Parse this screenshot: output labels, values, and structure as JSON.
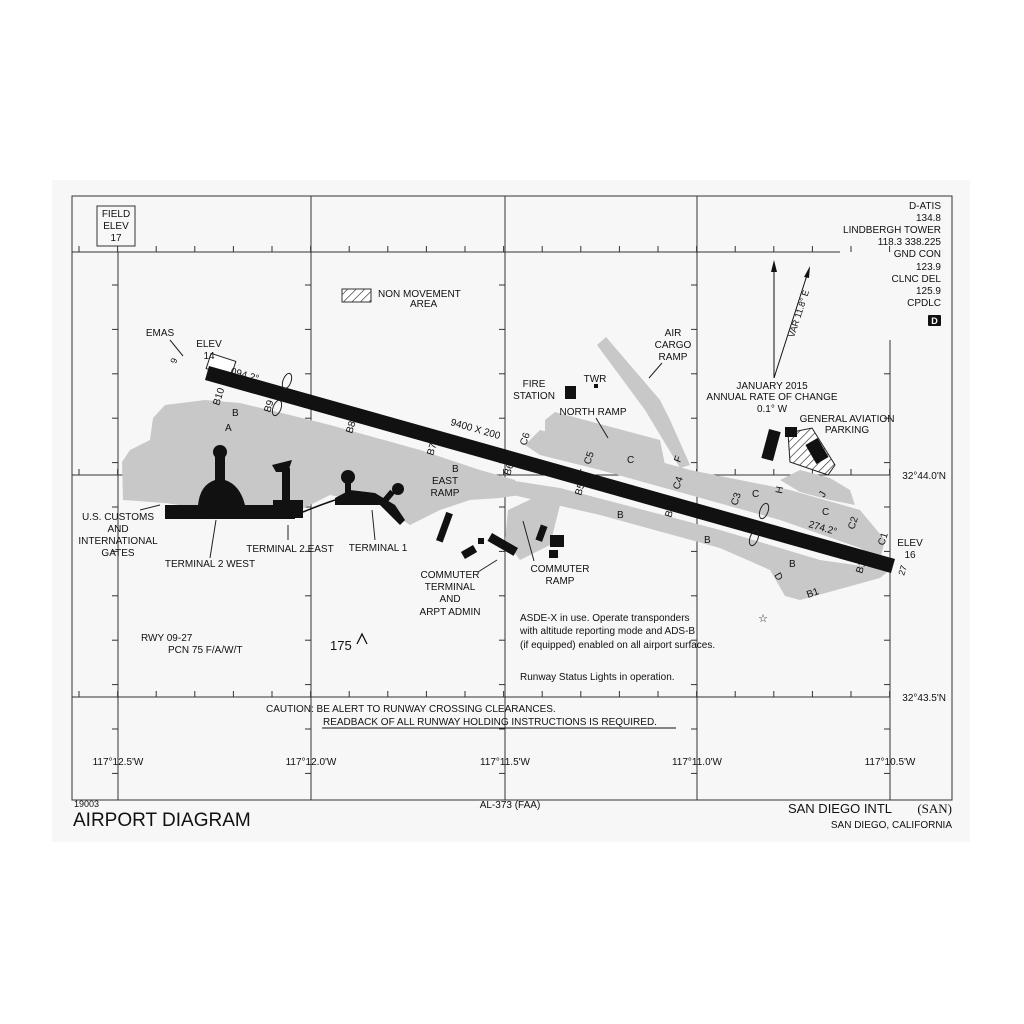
{
  "field_elev": {
    "line1": "FIELD",
    "line2": "ELEV",
    "value": "17"
  },
  "legend": {
    "line1": "NON MOVEMENT",
    "line2": "AREA"
  },
  "frequencies": [
    "D-ATIS",
    "134.8",
    "LINDBERGH TOWER",
    "118.3 338.225",
    "GND CON",
    "123.9",
    "CLNC DEL",
    "125.9",
    "CPDLC"
  ],
  "d_badge": "D",
  "magnetic": {
    "var": "VAR 11.8° E",
    "line1": "JANUARY 2015",
    "line2": "ANNUAL RATE OF CHANGE",
    "line3": "0.1°  W"
  },
  "runway": {
    "dimensions": "9400 X 200",
    "west_heading": "094.2°",
    "east_heading": "274.2°",
    "west_number": "9",
    "east_number": "27",
    "west_elev_label": "ELEV",
    "west_elev": "14",
    "east_elev_label": "ELEV",
    "east_elev": "16",
    "emas": "EMAS"
  },
  "taxiways": [
    "B10",
    "B9",
    "B8",
    "B7",
    "B6",
    "B5",
    "B4",
    "C6",
    "C5",
    "C4",
    "C3",
    "C2",
    "C1",
    "B1",
    "B1",
    "B",
    "A",
    "B",
    "B",
    "B",
    "B",
    "C",
    "C",
    "C",
    "D",
    "F",
    "H",
    "J"
  ],
  "labels": {
    "air_cargo": [
      "AIR",
      "CARGO",
      "RAMP"
    ],
    "fire_station": [
      "FIRE",
      "STATION"
    ],
    "twr": "TWR",
    "north_ramp": "NORTH RAMP",
    "ga_parking": [
      "GENERAL AVIATION",
      "PARKING"
    ],
    "east_ramp": [
      "EAST",
      "RAMP"
    ],
    "customs": [
      "U.S. CUSTOMS",
      "AND",
      "INTERNATIONAL",
      "GATES"
    ],
    "terminal_2_west": "TERMINAL 2 WEST",
    "terminal_2_east": "TERMINAL 2 EAST",
    "terminal_1": "TERMINAL 1",
    "commuter_terminal": [
      "COMMUTER",
      "TERMINAL",
      "AND",
      "ARPT ADMIN"
    ],
    "commuter_ramp": [
      "COMMUTER",
      "RAMP"
    ]
  },
  "rwy_info": {
    "line1": "RWY 09-27",
    "line2": "PCN 75 F/A/W/T"
  },
  "obstacle": "175",
  "notes": {
    "asde1": "ASDE-X in use. Operate transponders",
    "asde2": "with altitude reporting mode and ADS-B",
    "asde3": "(if equipped) enabled on all airport surfaces.",
    "rwsl": "Runway Status Lights in operation."
  },
  "caution": {
    "line1": "CAUTION: BE ALERT TO RUNWAY CROSSING CLEARANCES.",
    "line2": "READBACK OF ALL RUNWAY HOLDING INSTRUCTIONS IS REQUIRED."
  },
  "lat": [
    "32°44.0'N",
    "32°43.5'N"
  ],
  "lon": [
    "117°12.5'W",
    "117°12.0'W",
    "117°11.5'W",
    "117°11.0'W",
    "117°10.5'W"
  ],
  "footer": {
    "number": "19003",
    "title": "AIRPORT DIAGRAM",
    "chart_id": "AL-373 (FAA)",
    "airport": "SAN DIEGO INTL",
    "ident": "(SAN)",
    "city": "SAN DIEGO, CALIFORNIA"
  }
}
